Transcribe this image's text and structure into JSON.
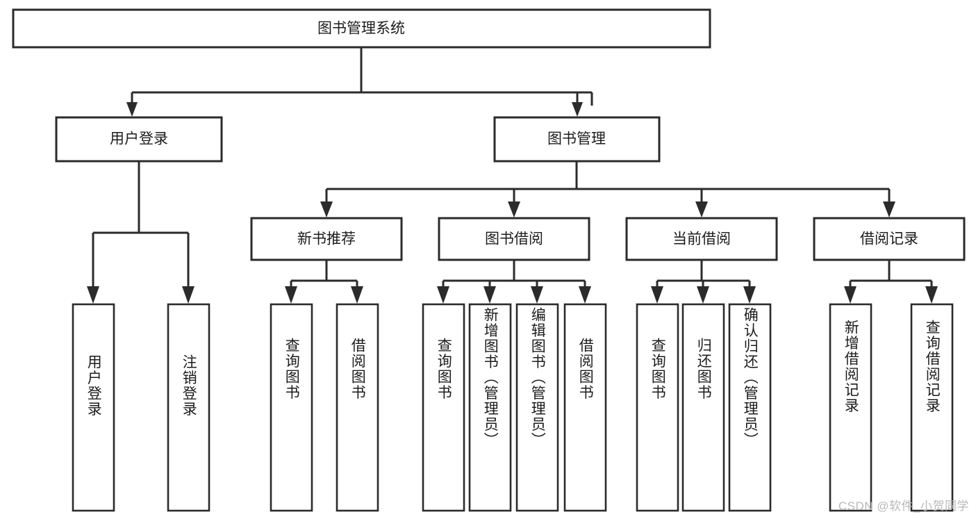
{
  "diagram": {
    "type": "tree",
    "title": "图书管理系统",
    "watermark": "CSDN @软件_小贺同学",
    "colors": {
      "box_border": "#2b2b2b",
      "box_fill": "#ffffff",
      "text": "#1c1c1c",
      "connector": "#2b2b2b",
      "watermark": "#b8b8b8",
      "background": "#ffffff"
    },
    "root": {
      "label": "图书管理系统"
    },
    "level2": [
      {
        "label": "用户登录"
      },
      {
        "label": "图书管理"
      }
    ],
    "level3": [
      {
        "label": "新书推荐"
      },
      {
        "label": "图书借阅"
      },
      {
        "label": "当前借阅"
      },
      {
        "label": "借阅记录"
      }
    ],
    "leaves": {
      "user_login": [
        {
          "label": "用户登录"
        },
        {
          "label": "注销登录"
        }
      ],
      "new_book_recommend": [
        {
          "label": "查询图书"
        },
        {
          "label": "借阅图书"
        }
      ],
      "book_borrow": [
        {
          "label": "查询图书"
        },
        {
          "label": "新增图书（管理员）"
        },
        {
          "label": "编辑图书（管理员）"
        },
        {
          "label": "借阅图书"
        }
      ],
      "current_borrow": [
        {
          "label": "查询图书"
        },
        {
          "label": "归还图书"
        },
        {
          "label": "确认归还（管理员）"
        }
      ],
      "borrow_record": [
        {
          "label": "新增借阅记录"
        },
        {
          "label": "查询借阅记录"
        }
      ]
    }
  }
}
